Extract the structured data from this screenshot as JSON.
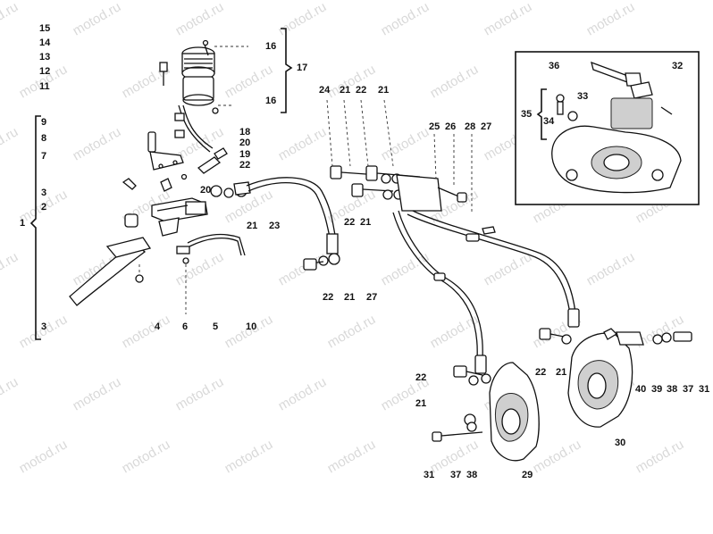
{
  "watermark": "motod.ru",
  "left_column": {
    "top_group": [
      "15",
      "14",
      "13",
      "12",
      "11"
    ],
    "bracket_group": [
      "9",
      "8",
      "7",
      "3",
      "2"
    ],
    "bracket_label": "1",
    "bottom_label": "3"
  },
  "reservoir_labels": {
    "a": "16",
    "b": "16",
    "group": "17",
    "c": "18",
    "d": "20",
    "e": "19",
    "f": "22"
  },
  "lever_area_labels": {
    "bottom": [
      "4",
      "6",
      "5",
      "10"
    ],
    "n20": "20",
    "n21": "21",
    "n23": "23"
  },
  "center_labels": {
    "top": [
      "24",
      "21",
      "22",
      "21"
    ],
    "right_top": [
      "25",
      "26",
      "28",
      "27"
    ],
    "mid": [
      "22",
      "21"
    ],
    "low": [
      "22",
      "21",
      "27"
    ]
  },
  "inset_labels": {
    "n36": "36",
    "n32": "32",
    "n33": "33",
    "n35": "35",
    "n34": "34"
  },
  "caliper_left_labels": {
    "side_a": "22",
    "side_b": "21",
    "bottom": [
      "31",
      "37",
      "38",
      "29"
    ]
  },
  "caliper_right_labels": {
    "top_a": "22",
    "top_b": "21",
    "row": [
      "40",
      "39",
      "38",
      "37",
      "31"
    ],
    "id": "30"
  }
}
